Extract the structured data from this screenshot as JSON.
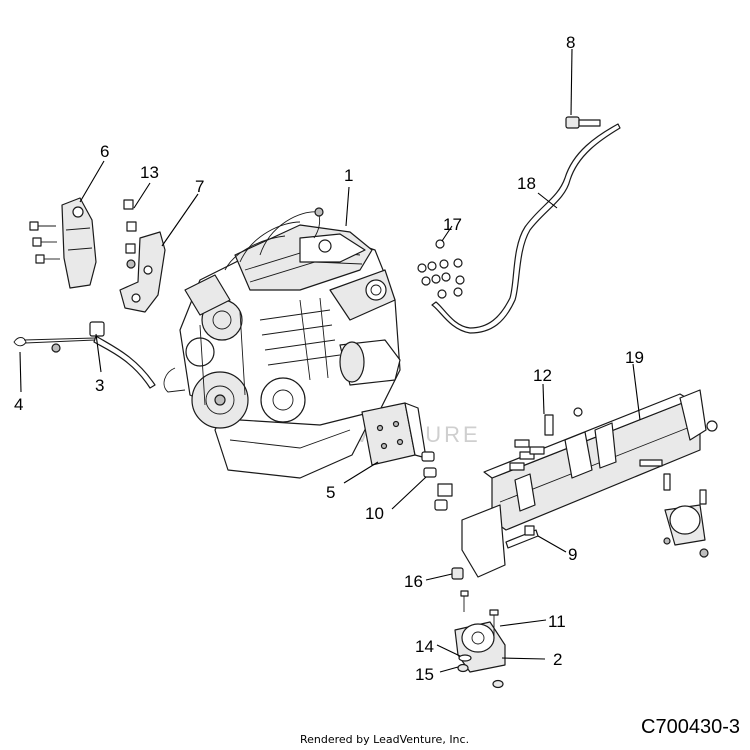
{
  "callouts": [
    {
      "id": "1",
      "label": "1"
    },
    {
      "id": "2",
      "label": "2"
    },
    {
      "id": "3",
      "label": "3"
    },
    {
      "id": "4",
      "label": "4"
    },
    {
      "id": "5",
      "label": "5"
    },
    {
      "id": "6",
      "label": "6"
    },
    {
      "id": "7",
      "label": "7"
    },
    {
      "id": "8",
      "label": "8"
    },
    {
      "id": "9",
      "label": "9"
    },
    {
      "id": "10",
      "label": "10"
    },
    {
      "id": "11",
      "label": "11"
    },
    {
      "id": "12",
      "label": "12"
    },
    {
      "id": "13",
      "label": "13"
    },
    {
      "id": "14",
      "label": "14"
    },
    {
      "id": "15",
      "label": "15"
    },
    {
      "id": "16",
      "label": "16"
    },
    {
      "id": "17",
      "label": "17"
    },
    {
      "id": "18",
      "label": "18"
    },
    {
      "id": "19",
      "label": "19"
    }
  ],
  "watermark": "ADVENTURE",
  "footer": {
    "credit": "Rendered by LeadVenture, Inc.",
    "code": "C700430-3"
  }
}
